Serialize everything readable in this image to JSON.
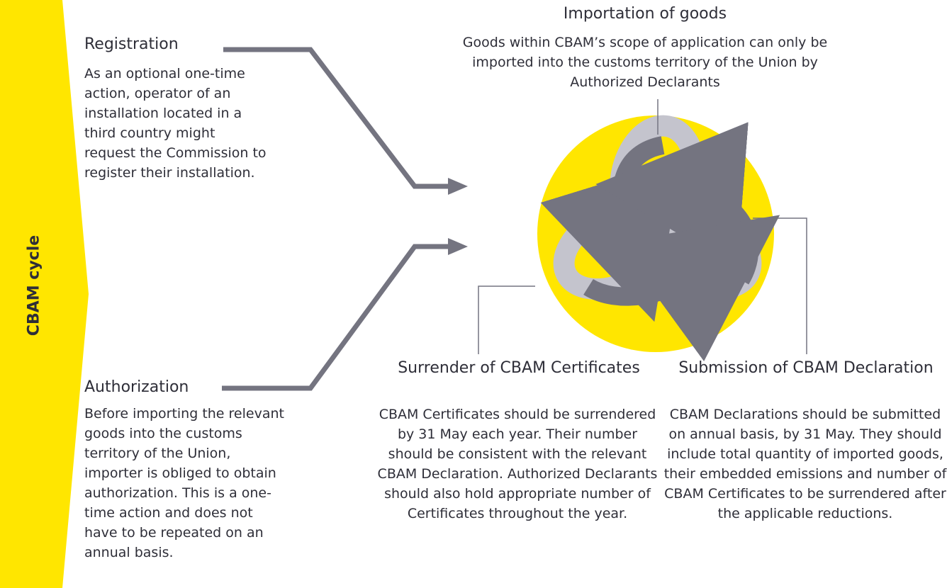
{
  "side_label": "CBAM cycle",
  "registration": {
    "title": "Registration",
    "body": "As an optional one-time action, operator of an installation located in a third country might request the Commission to register their installation."
  },
  "authorization": {
    "title": "Authorization",
    "body": "Before importing the relevant goods into the customs territory of the Union, importer is obliged to obtain authorization. This is a one-time action and does not have to be repeated on an annual basis."
  },
  "importation": {
    "title": "Importation of goods",
    "body": "Goods within CBAM’s scope of application can only be imported into the customs territory of the Union by Authorized Declarants"
  },
  "surrender": {
    "title": "Surrender of CBAM Certificates",
    "body": "CBAM Certificates should be surrendered by 31 May each year. Their number should be consistent with the relevant CBAM Declaration. Authorized Declarants should also hold appropriate number of Certificates throughout the year."
  },
  "submission": {
    "title": "Submission of CBAM Declaration",
    "body": "CBAM Declarations should be submitted on annual basis, by 31 May. They should include total quantity of imported goods, their embedded emissions and number of CBAM Certificates to be surrendered after the applicable reductions."
  },
  "colors": {
    "accent_yellow": "#FFE600",
    "arrow_gray": "#747480",
    "ribbon_light": "#C4C4CD",
    "text_dark": "#2E2E38",
    "connector": "#747480"
  }
}
